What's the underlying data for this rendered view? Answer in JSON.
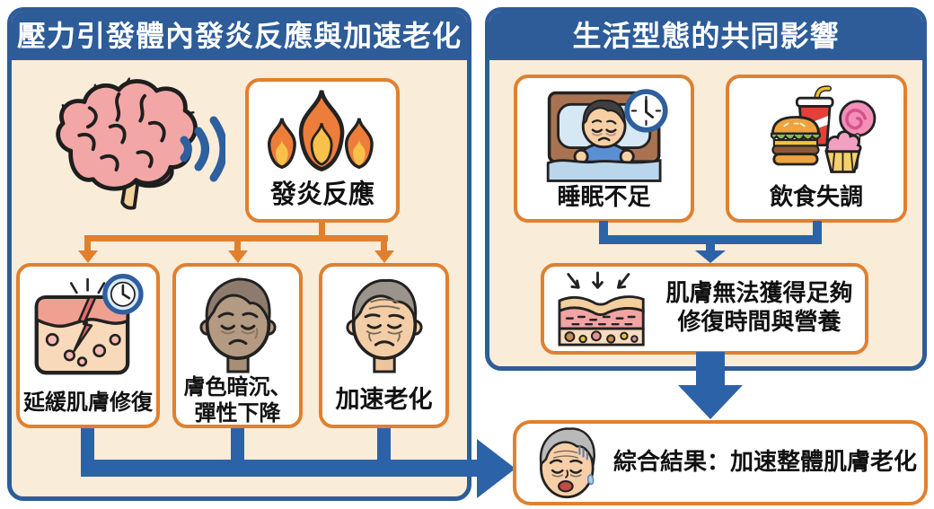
{
  "colors": {
    "panel_blue": "#2d5c99",
    "flow_blue": "#2c63a8",
    "accent_orange": "#e0802f",
    "panel_cream": "#f9ecd9"
  },
  "left_panel": {
    "title": "壓力引發體內發炎反應與加速老化",
    "trigger_icons": [
      "stressed-brain-icon",
      "signal-waves-icon"
    ],
    "inflammation_box": {
      "icon": "flames-icon",
      "label": "發炎反應"
    },
    "effect_boxes": [
      {
        "icon": "cracked-skin-clock-icon",
        "label": "延緩肌膚修復"
      },
      {
        "icon": "dull-face-icon",
        "label_line1": "膚色暗沉、",
        "label_line2": "彈性下降"
      },
      {
        "icon": "aged-face-icon",
        "label": "加速老化"
      }
    ]
  },
  "right_panel": {
    "title": "生活型態的共同影響",
    "factor_boxes": [
      {
        "icon": "sleeping-person-clock-icon",
        "label": "睡眠不足"
      },
      {
        "icon": "junk-food-icon",
        "label": "飲食失調"
      }
    ],
    "consequence_box": {
      "icon": "skin-layers-pressure-icon",
      "label_line1": "肌膚無法獲得足夠",
      "label_line2": "修復時間與營養"
    }
  },
  "result_box": {
    "icon": "distressed-elderly-face-icon",
    "label": "綜合結果：加速整體肌膚老化"
  }
}
